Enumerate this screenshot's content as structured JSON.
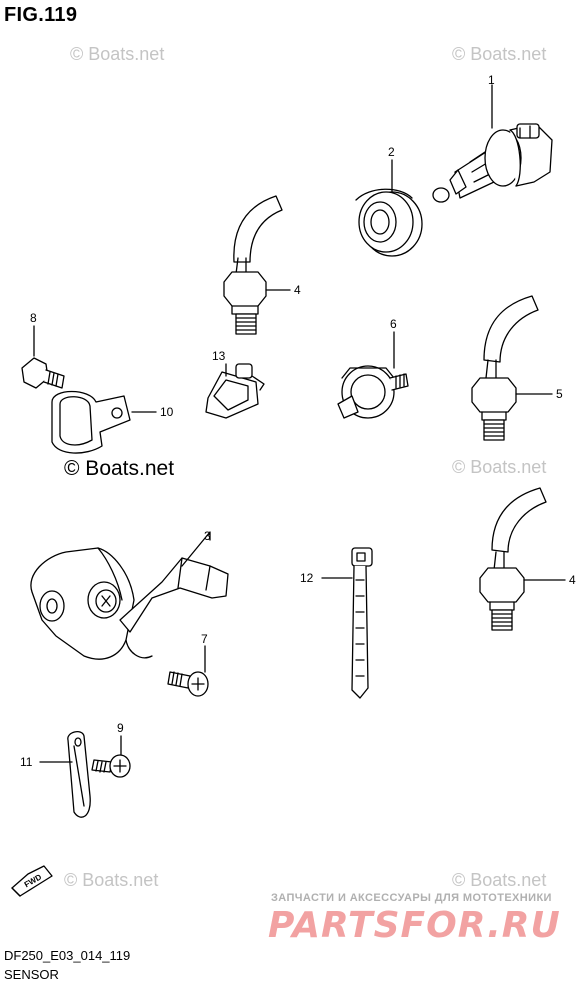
{
  "figure_title": "FIG.119",
  "watermarks": {
    "top_left": "© Boats.net",
    "top_right": "© Boats.net",
    "middle_left": "© Boats.net",
    "middle_right": "© Boats.net",
    "bottom_left": "© Boats.net",
    "bottom_right": "© Boats.net"
  },
  "diagram_code": "DF250_E03_014_119",
  "caption": "SENSOR",
  "dealer": {
    "subtitle": "ЗАПЧАСТИ И АКСЕССУАРЫ ДЛЯ МОТОТЕХНИКИ",
    "logo_text": "PARTSFOR.RU"
  },
  "fwd_label": "FWD",
  "callouts": {
    "p1": "1",
    "p2": "2",
    "p3": "3",
    "p4a": "4",
    "p4b": "4",
    "p5": "5",
    "p6": "6",
    "p7": "7",
    "p8": "8",
    "p9": "9",
    "p10": "10",
    "p11": "11",
    "p12": "12",
    "p13": "13"
  }
}
